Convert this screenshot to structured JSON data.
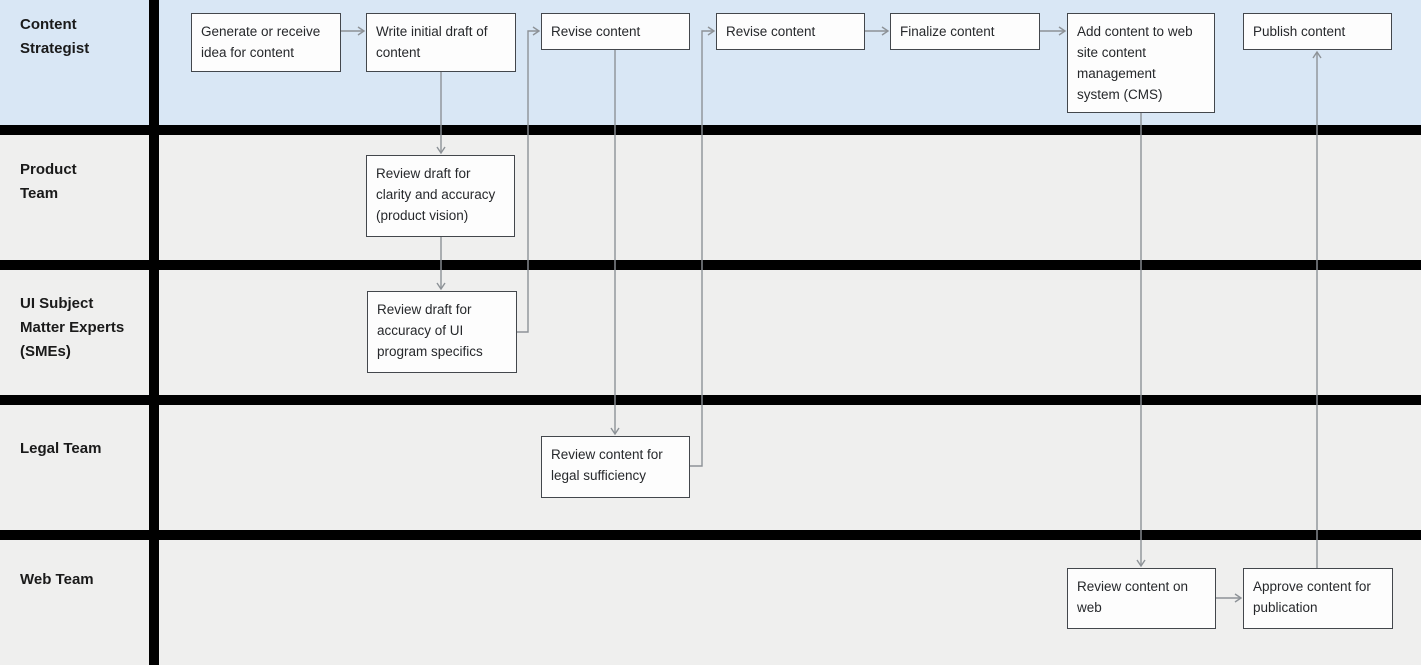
{
  "diagram": {
    "type": "swimlane-flowchart",
    "lanes": [
      {
        "id": "content-strategist",
        "label": "Content\nStrategist",
        "highlighted": true
      },
      {
        "id": "product-team",
        "label": "Product\nTeam",
        "highlighted": false
      },
      {
        "id": "ui-smes",
        "label": "UI Subject\nMatter Experts\n(SMEs)",
        "highlighted": false
      },
      {
        "id": "legal-team",
        "label": "Legal Team",
        "highlighted": false
      },
      {
        "id": "web-team",
        "label": "Web Team",
        "highlighted": false
      }
    ],
    "nodes": [
      {
        "id": "generate-idea",
        "lane": "content-strategist",
        "label": "Generate or receive\nidea for content"
      },
      {
        "id": "write-draft",
        "lane": "content-strategist",
        "label": "Write initial draft of\ncontent"
      },
      {
        "id": "revise-1",
        "lane": "content-strategist",
        "label": "Revise content"
      },
      {
        "id": "revise-2",
        "lane": "content-strategist",
        "label": "Revise content"
      },
      {
        "id": "finalize",
        "lane": "content-strategist",
        "label": "Finalize content"
      },
      {
        "id": "add-cms",
        "lane": "content-strategist",
        "label": "Add content to web\nsite content\nmanagement\nsystem (CMS)"
      },
      {
        "id": "publish",
        "lane": "content-strategist",
        "label": "Publish content"
      },
      {
        "id": "review-clarity",
        "lane": "product-team",
        "label": "Review draft for\nclarity and accuracy\n(product vision)"
      },
      {
        "id": "review-ui",
        "lane": "ui-smes",
        "label": "Review draft for\naccuracy of UI\nprogram specifics"
      },
      {
        "id": "review-legal",
        "lane": "legal-team",
        "label": "Review content for\nlegal sufficiency"
      },
      {
        "id": "review-web",
        "lane": "web-team",
        "label": "Review content on\nweb"
      },
      {
        "id": "approve",
        "lane": "web-team",
        "label": "Approve content for\npublication"
      }
    ],
    "edges": [
      {
        "from": "generate-idea",
        "to": "write-draft"
      },
      {
        "from": "write-draft",
        "to": "review-clarity"
      },
      {
        "from": "review-clarity",
        "to": "review-ui"
      },
      {
        "from": "review-ui",
        "to": "revise-1"
      },
      {
        "from": "revise-1",
        "to": "review-legal"
      },
      {
        "from": "review-legal",
        "to": "revise-2"
      },
      {
        "from": "revise-2",
        "to": "finalize"
      },
      {
        "from": "finalize",
        "to": "add-cms"
      },
      {
        "from": "add-cms",
        "to": "review-web"
      },
      {
        "from": "review-web",
        "to": "approve"
      },
      {
        "from": "approve",
        "to": "publish"
      }
    ],
    "colors": {
      "lane_highlight": "#d9e7f5",
      "lane_default": "#efefee",
      "divider": "#000000",
      "node_fill": "#fdfdfd",
      "node_border": "#43474c",
      "connector": "#8d9297",
      "label_text": "#1a1a1a",
      "node_text": "#26282b"
    }
  }
}
